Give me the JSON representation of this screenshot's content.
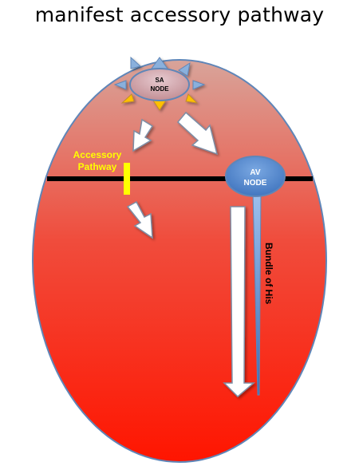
{
  "title": "manifest accessory pathway",
  "sa_node": {
    "line1": "SA",
    "line2": "NODE"
  },
  "av_node": {
    "line1": "AV",
    "line2": "NODE"
  },
  "accessory_pathway": {
    "line1": "Accessory",
    "line2": "Pathway"
  },
  "bundle_of_his": "Bundle of His",
  "colors": {
    "chamber_top": "#d99b92",
    "chamber_bottom": "#ff1a08",
    "chamber_stroke": "#5f86b8",
    "septum_line": "#000000",
    "accessory_marker": "#ffff00",
    "accessory_text": "#ffff00",
    "av_node_fill": "#4f86cc",
    "sa_node_fill": "#d8a8b0",
    "sun_rays_blue": "#8ab0dc",
    "sun_rays_yellow": "#ffc000",
    "arrow_fill": "#ffffff"
  }
}
